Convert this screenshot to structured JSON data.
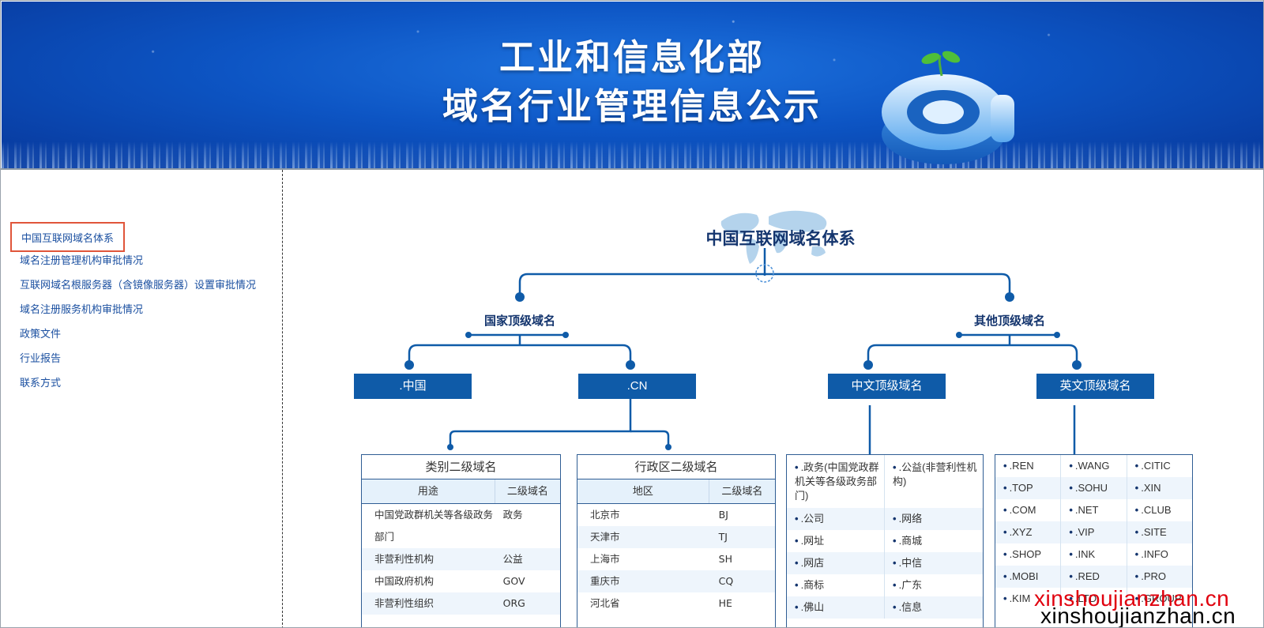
{
  "banner": {
    "title_line1": "工业和信息化部",
    "title_line2": "域名行业管理信息公示"
  },
  "sidebar": {
    "items": [
      {
        "label": "中国互联网域名体系",
        "active": true
      },
      {
        "label": "域名注册管理机构审批情况"
      },
      {
        "label": "互联网域名根服务器（含镜像服务器）设置审批情况"
      },
      {
        "label": "域名注册服务机构审批情况"
      },
      {
        "label": "政策文件"
      },
      {
        "label": "行业报告"
      },
      {
        "label": "联系方式"
      }
    ]
  },
  "diagram": {
    "title": "中国互联网域名体系",
    "country_tld": "国家顶级域名",
    "other_tld": "其他顶级域名",
    "nodes": {
      "zhongguo": ".中国",
      "cn": ".CN",
      "chinese_tld": "中文顶级域名",
      "english_tld": "英文顶级域名"
    },
    "category_table": {
      "caption": "类别二级域名",
      "headers": [
        "用途",
        "二级域名"
      ],
      "rows": [
        [
          "中国党政群机关等各级政务部门",
          "政务"
        ],
        [
          "非营利性机构",
          "公益"
        ],
        [
          "中国政府机构",
          "GOV"
        ],
        [
          "非营利性组织",
          "ORG"
        ]
      ]
    },
    "region_table": {
      "caption": "行政区二级域名",
      "headers": [
        "地区",
        "二级域名"
      ],
      "rows": [
        [
          "北京市",
          "BJ"
        ],
        [
          "天津市",
          "TJ"
        ],
        [
          "上海市",
          "SH"
        ],
        [
          "重庆市",
          "CQ"
        ],
        [
          "河北省",
          "HE"
        ]
      ]
    },
    "chinese_list": [
      [
        ".政务(中国党政群机关等各级政务部门)",
        ".公益(非营利性机构)"
      ],
      [
        ".公司",
        ".网络"
      ],
      [
        ".网址",
        ".商城"
      ],
      [
        ".网店",
        ".中信"
      ],
      [
        ".商标",
        ".广东"
      ],
      [
        ".佛山",
        ".信息"
      ]
    ],
    "english_list": [
      [
        ".REN",
        ".WANG",
        ".CITIC"
      ],
      [
        ".TOP",
        ".SOHU",
        ".XIN"
      ],
      [
        ".COM",
        ".NET",
        ".CLUB"
      ],
      [
        ".XYZ",
        ".VIP",
        ".SITE"
      ],
      [
        ".SHOP",
        ".INK",
        ".INFO"
      ],
      [
        ".MOBI",
        ".RED",
        ".PRO"
      ],
      [
        ".KIM",
        ".LTD",
        ".GROUP"
      ]
    ]
  },
  "watermark": {
    "line1": "xinshoujianzhan.cn",
    "line2": "xinshoujianzhan.cn"
  },
  "colors": {
    "node_fill": "#0f5ba8",
    "line": "#0f5ba8",
    "active_border": "#e0553a",
    "link": "#1a4fa0"
  }
}
